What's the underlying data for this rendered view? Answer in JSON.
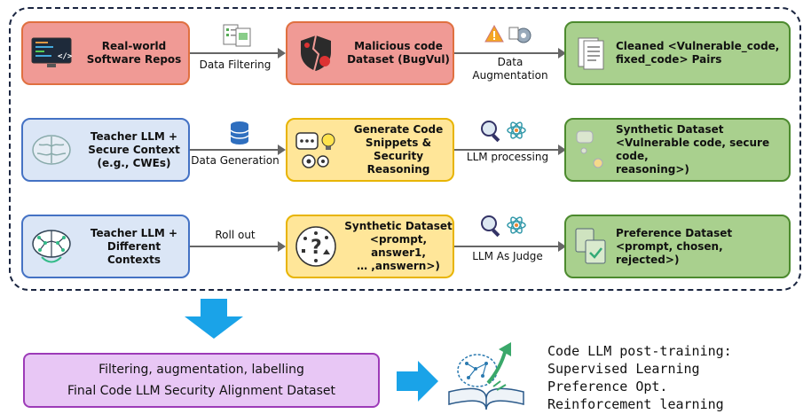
{
  "rows": [
    {
      "source": "Real-world\nSoftware Repos",
      "step1": "Data Filtering",
      "middle": "Malicious code\nDataset (BugVul)",
      "step2": "Data\nAugmentation",
      "output": "Cleaned <Vulnerable_code,\nfixed_code> Pairs"
    },
    {
      "source": "Teacher LLM +\nSecure Context\n(e.g., CWEs)",
      "step1": "Data Generation",
      "middle": "Generate Code\nSnippets & Security\nReasoning",
      "step2": "LLM processing",
      "output": "Synthetic Dataset\n<Vulnerable code, secure code,\nreasoning>)"
    },
    {
      "source": "Teacher LLM +\nDifferent Contexts",
      "step1": "Roll out",
      "middle": "Synthetic Dataset\n<prompt, answer1,\n… ,answern>)",
      "step2": "LLM As Judge",
      "output": "Preference Dataset\n<prompt, chosen, rejected>)"
    }
  ],
  "final_box": {
    "line1": "Filtering, augmentation,  labelling",
    "line2": "Final Code LLM Security Alignment Dataset"
  },
  "post_training": "Code LLM post-training:\nSupervised Learning\nPreference Opt.\nReinforcement learning",
  "colors": {
    "red_fill": "#f09a95",
    "green_fill": "#a9d08e",
    "blue_fill": "#dbe6f6",
    "yellow_fill": "#ffe699",
    "purple_fill": "#e8c7f5",
    "big_arrow": "#1aa3e8"
  },
  "icons": {
    "source": [
      "code-monitor-icon",
      "brain-icon",
      "brain-network-icon"
    ],
    "step1": [
      "documents-icon",
      "database-icon",
      ""
    ],
    "middle": [
      "broken-shield-icon",
      "chat-gears-icon",
      "question-network-icon"
    ],
    "step2": [
      "warning-gear-icon",
      "magnifier-atom-icon",
      "magnifier-atom-icon"
    ],
    "output": [
      "document-icon",
      "faded-chat-icon",
      "documents-check-icon"
    ],
    "final": "book-brain-icon"
  }
}
